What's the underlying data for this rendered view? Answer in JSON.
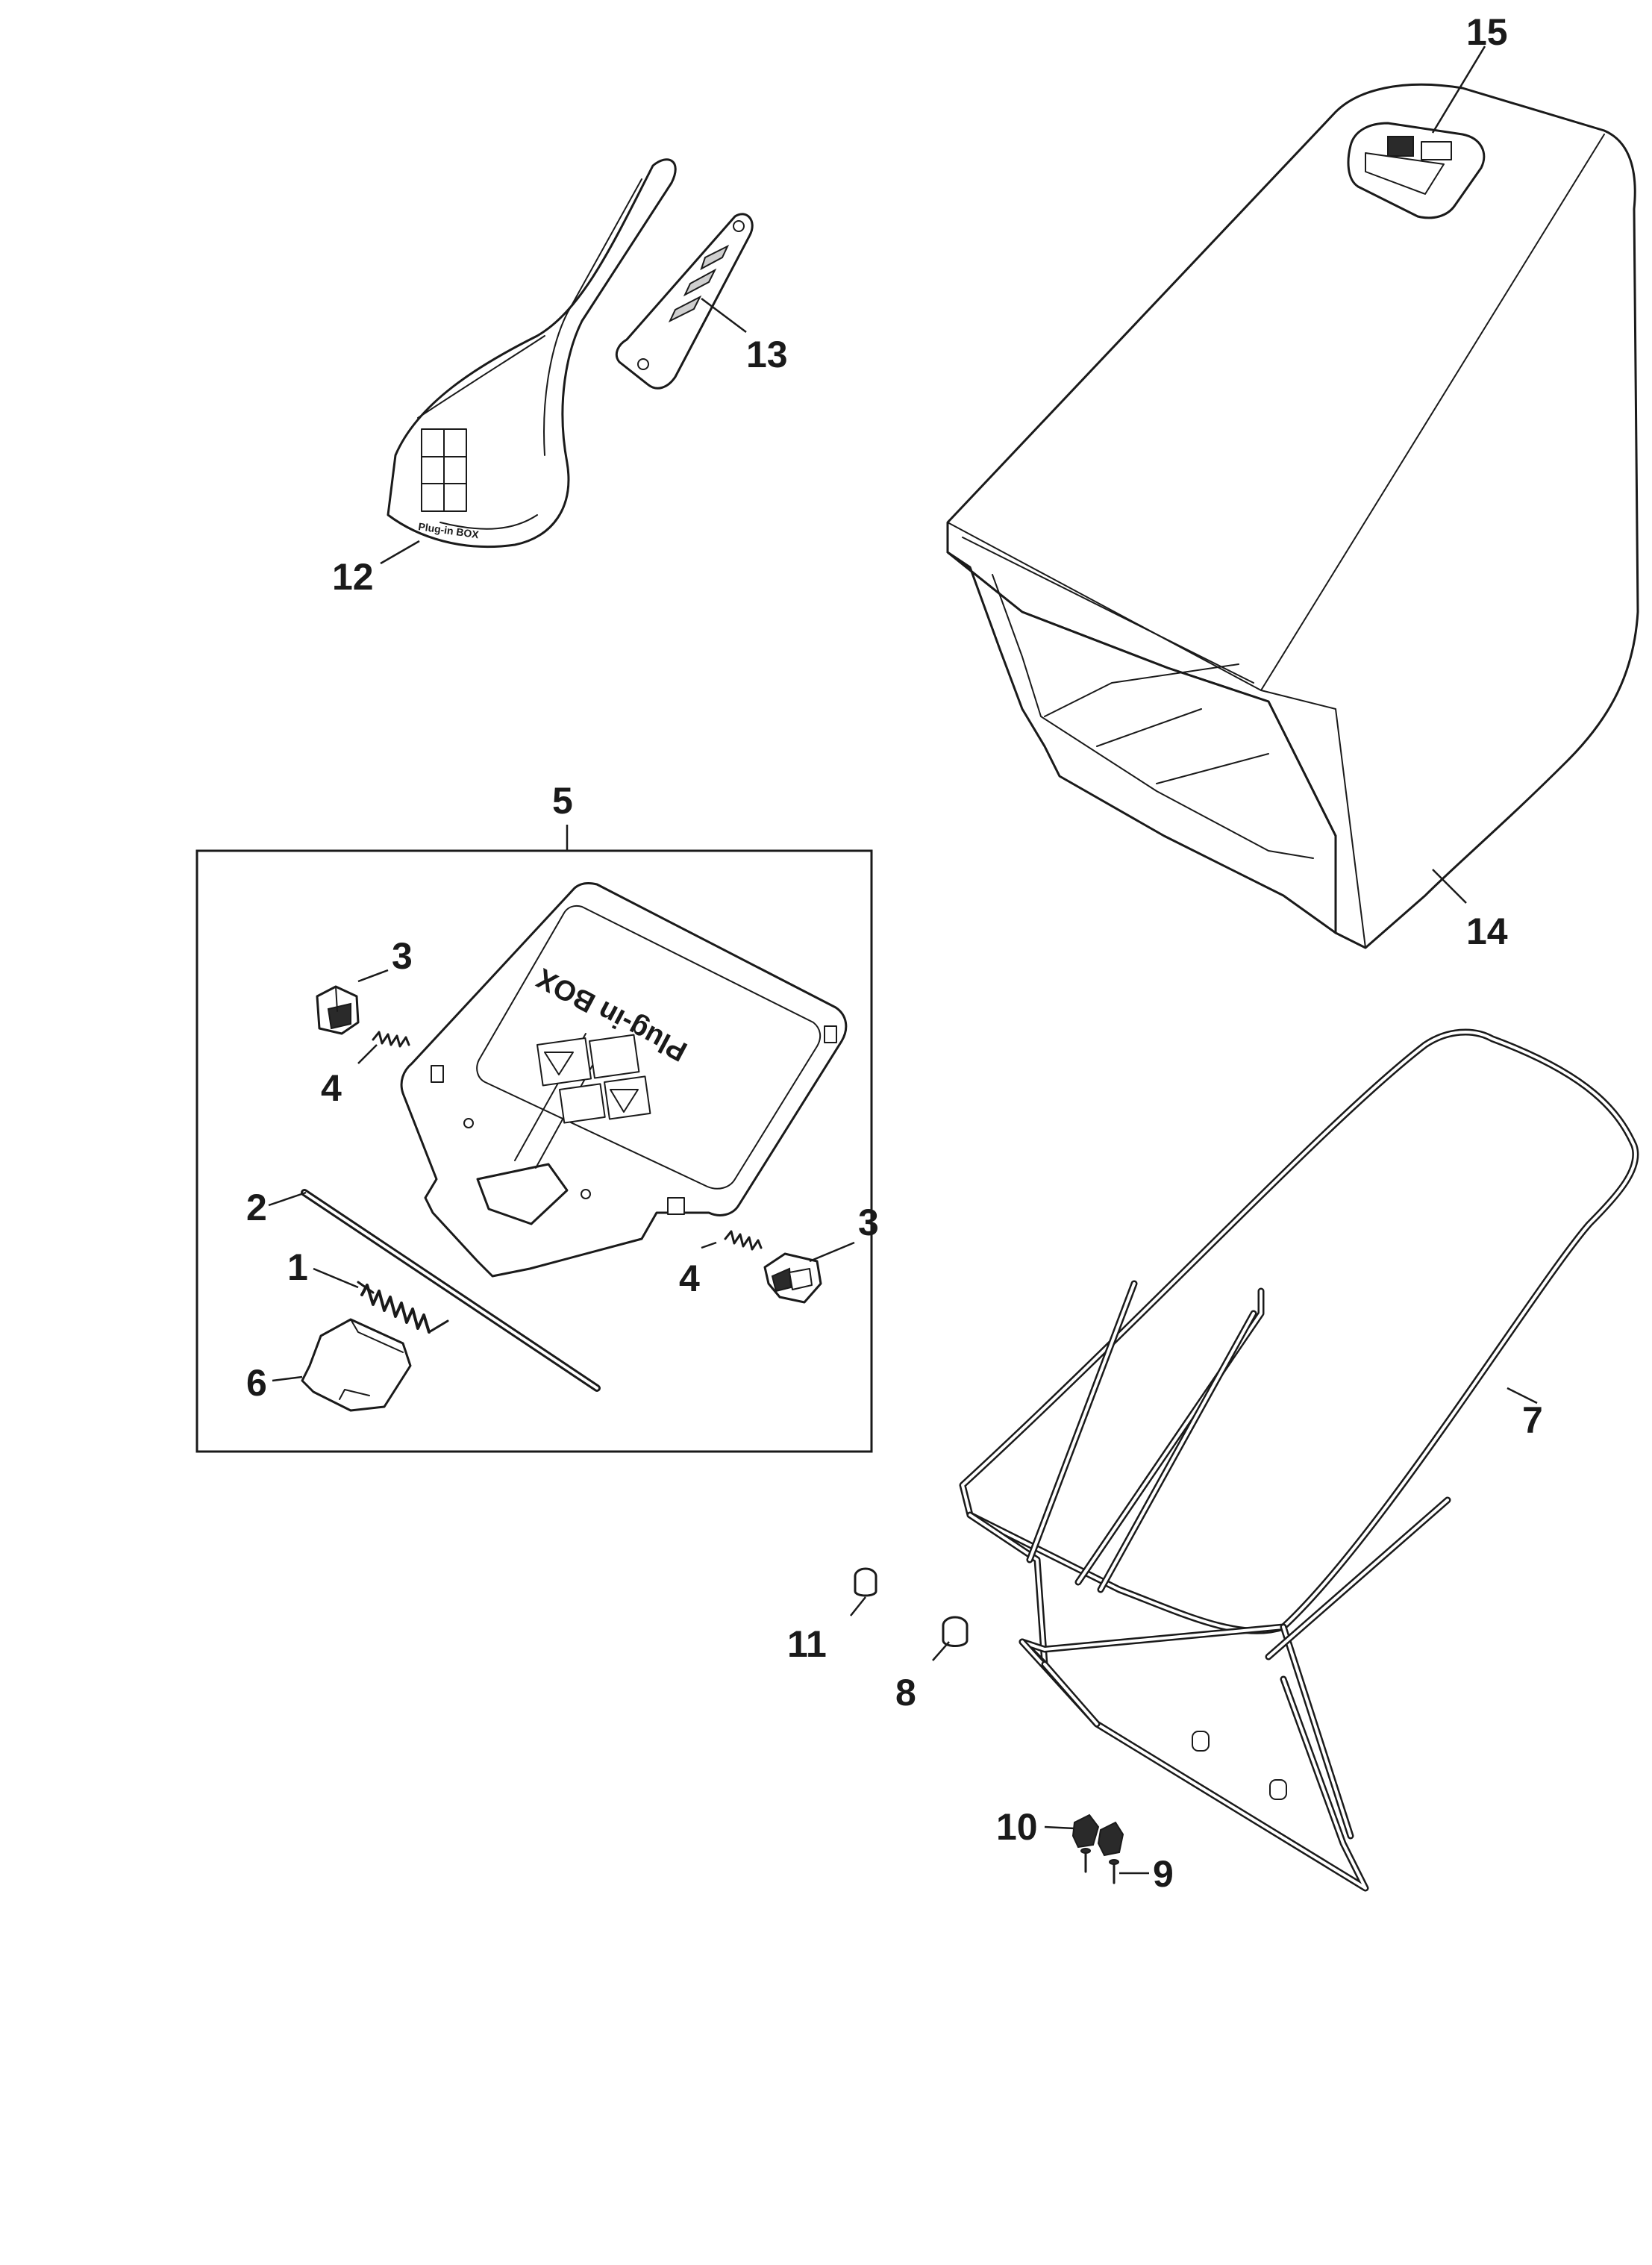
{
  "callouts": {
    "c1": "1",
    "c2": "2",
    "c3a": "3",
    "c3b": "3",
    "c4a": "4",
    "c4b": "4",
    "c5": "5",
    "c6": "6",
    "c7": "7",
    "c8": "8",
    "c9": "9",
    "c10": "10",
    "c11": "11",
    "c12": "12",
    "c13": "13",
    "c14": "14",
    "c15": "15"
  },
  "decals": {
    "flap_brand": "Plug-in BOX",
    "guard_brand": "Plug-in BOX"
  },
  "colors": {
    "line": "#1a1a1a",
    "background": "#ffffff"
  }
}
